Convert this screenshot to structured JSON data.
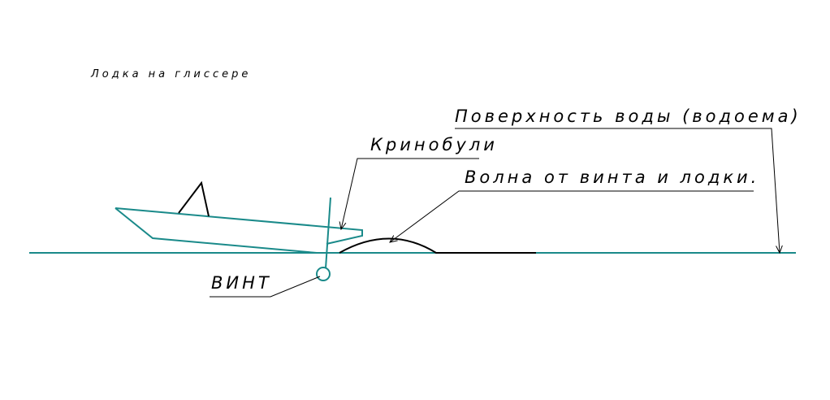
{
  "title": "Лодка на глиссере",
  "labels": {
    "water_surface": "Поверхность воды (водоема)",
    "krinobuli": "Кринобули",
    "wave": "Волна от винта и лодки.",
    "propeller": "ВИНТ"
  },
  "colors": {
    "boat": "#1a8a8a",
    "water": "#1a8a8a",
    "wave": "#000000",
    "leader": "#000000"
  }
}
